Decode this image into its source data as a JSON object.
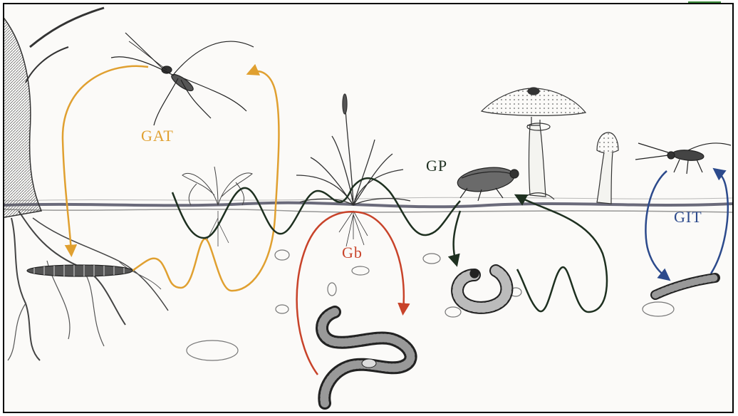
{
  "labels": {
    "gat": "GAT",
    "gp": "GP",
    "gb": "Gb",
    "git": "GIT"
  },
  "colors": {
    "gat": "#e0a030",
    "gp": "#1e3020",
    "gb": "#c8432a",
    "git": "#2c4a8c",
    "ink": "#222222",
    "soil_line": "#3a3a50"
  },
  "icons": [
    "tree",
    "mosquito",
    "grass-tuft",
    "mushroom-parasol",
    "mushroom-small",
    "beetle",
    "grub",
    "larva",
    "earthworm",
    "fly",
    "plant-sprout"
  ]
}
